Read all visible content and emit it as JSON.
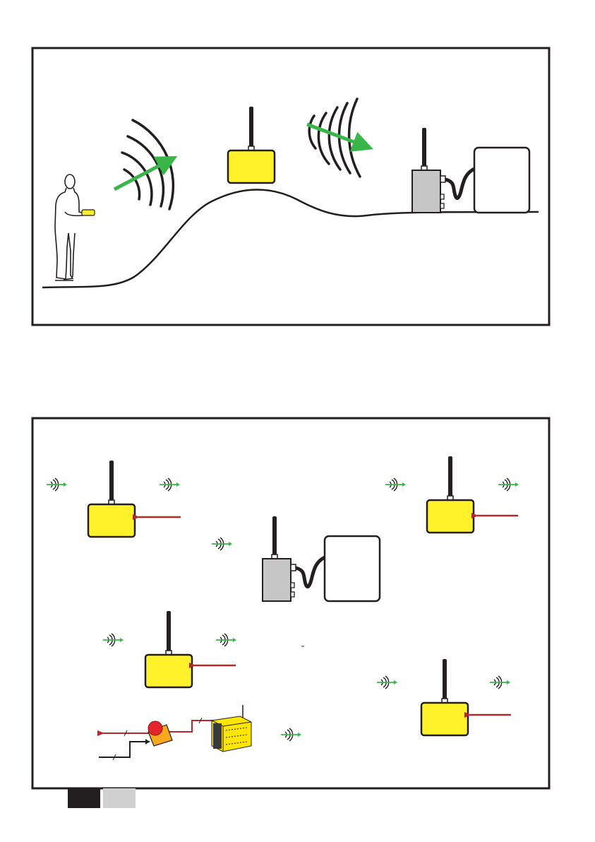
{
  "colors": {
    "frame": "#231f20",
    "repeater_yellow": "#fff22a",
    "receiver_gray": "#c6c6c6",
    "signal_arrow_green": "#39b54a",
    "input_arrow_red": "#b22a2e",
    "estop_red": "#e3262b",
    "estop_housing": "#f7a81d",
    "footer_dark": "#231f20",
    "footer_light": "#d0d0d0"
  },
  "diagram_top": {
    "elements": [
      "operator-with-handheld-transmitter",
      "signal-waves",
      "hilltop-repeater",
      "signal-waves",
      "receiver-with-controlled-machine"
    ]
  },
  "diagram_bottom": {
    "elements": [
      "repeater-nodes",
      "signal-waves",
      "central-receiver-with-machine",
      "emergency-stop-button",
      "safety-relay-unit"
    ]
  },
  "footer": {
    "swatches": [
      "dark",
      "light"
    ]
  }
}
